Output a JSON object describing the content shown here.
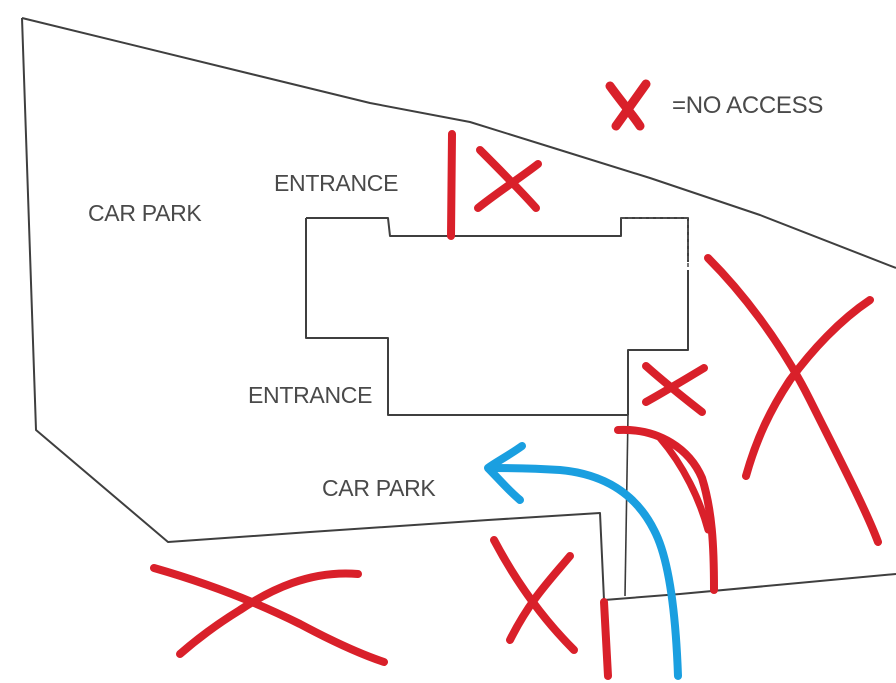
{
  "legend": {
    "symbol": "red-x-icon",
    "text": "=NO ACCESS"
  },
  "labels": {
    "entrance_top": "ENTRANCE",
    "entrance_bottom": "ENTRANCE",
    "car_park_left": "CAR PARK",
    "car_park_bottom": "CAR PARK"
  },
  "colors": {
    "no_access_mark": "#d9202a",
    "route_arrow": "#1a9fe0",
    "plan_outline": "#3f3f3f",
    "label_text": "#4a4a4a"
  },
  "markers": {
    "no_access_crosses": 6,
    "barrier_lines": 4,
    "route_arrows": 1
  }
}
